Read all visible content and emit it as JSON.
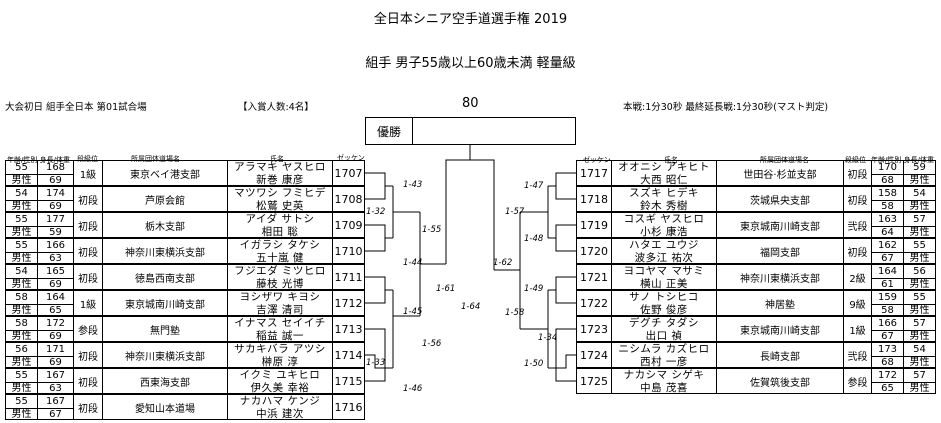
{
  "header": {
    "title": "全日本シニア空手道選手権  2019",
    "subtitle": "組手  男子55歳以上60歳未満  軽量級",
    "court_info": "大会初日  組手全日本  第01試合場",
    "prize_info": "【入賞人数:4名】",
    "match_no": "80",
    "time_info": "本戦:1分30秒  最終延長戦:1分30秒(マスト判定)",
    "winner_label": "優勝"
  },
  "columns": {
    "age_weight": "年齢/性別 身長/体重",
    "rank": "段級位",
    "org": "所属団体道場名",
    "name": "氏名",
    "zekken": "ゼッケン"
  },
  "left_players": [
    {
      "age": "55",
      "height": "168",
      "sex": "男性",
      "weight": "69",
      "rank": "1級",
      "org": "東京ベイ港支部",
      "kana": "アラマキ  ヤスヒロ",
      "kanji": "新巻  康彦",
      "zekken": "1707"
    },
    {
      "age": "54",
      "height": "174",
      "sex": "男性",
      "weight": "69",
      "rank": "初段",
      "org": "芦原会館",
      "kana": "マツワシ  フミヒデ",
      "kanji": "松鷲  史英",
      "zekken": "1708"
    },
    {
      "age": "55",
      "height": "177",
      "sex": "男性",
      "weight": "59",
      "rank": "初段",
      "org": "栃木支部",
      "kana": "アイダ  サトシ",
      "kanji": "相田  聡",
      "zekken": "1709"
    },
    {
      "age": "55",
      "height": "166",
      "sex": "男性",
      "weight": "63",
      "rank": "初段",
      "org": "神奈川東横浜支部",
      "kana": "イガラシ  タケシ",
      "kanji": "五十嵐  健",
      "zekken": "1710"
    },
    {
      "age": "54",
      "height": "165",
      "sex": "男性",
      "weight": "69",
      "rank": "初段",
      "org": "徳島西南支部",
      "kana": "フジエダ  ミツヒロ",
      "kanji": "藤枝  光博",
      "zekken": "1711"
    },
    {
      "age": "58",
      "height": "164",
      "sex": "男性",
      "weight": "65",
      "rank": "1級",
      "org": "東京城南川崎支部",
      "kana": "ヨシザワ  キヨシ",
      "kanji": "吉澤  清司",
      "zekken": "1712"
    },
    {
      "age": "58",
      "height": "172",
      "sex": "男性",
      "weight": "69",
      "rank": "参段",
      "org": "無門塾",
      "kana": "イナマス  セイイチ",
      "kanji": "稲益  誠一",
      "zekken": "1713"
    },
    {
      "age": "56",
      "height": "171",
      "sex": "男性",
      "weight": "69",
      "rank": "初段",
      "org": "神奈川東横浜支部",
      "kana": "サカキバラ  アツシ",
      "kanji": "榊原  淳",
      "zekken": "1714"
    },
    {
      "age": "55",
      "height": "167",
      "sex": "男性",
      "weight": "63",
      "rank": "初段",
      "org": "西東海支部",
      "kana": "イクミ  ユキヒロ",
      "kanji": "伊久美  幸裕",
      "zekken": "1715"
    },
    {
      "age": "55",
      "height": "167",
      "sex": "男性",
      "weight": "67",
      "rank": "初段",
      "org": "愛知山本道場",
      "kana": "ナカハマ  ケンジ",
      "kanji": "中浜  建次",
      "zekken": "1716"
    }
  ],
  "right_players": [
    {
      "zekken": "1717",
      "kana": "オオニシ  アキヒト",
      "kanji": "大西  昭仁",
      "org": "世田谷·杉並支部",
      "rank": "初段",
      "height": "170",
      "age": "59",
      "weight": "68",
      "sex": "男性"
    },
    {
      "zekken": "1718",
      "kana": "スズキ  ヒデキ",
      "kanji": "鈴木  秀樹",
      "org": "茨城県央支部",
      "rank": "初段",
      "height": "158",
      "age": "54",
      "weight": "58",
      "sex": "男性"
    },
    {
      "zekken": "1719",
      "kana": "コスギ  ヤスヒロ",
      "kanji": "小杉  康浩",
      "org": "東京城南川崎支部",
      "rank": "弐段",
      "height": "163",
      "age": "57",
      "weight": "64",
      "sex": "男性"
    },
    {
      "zekken": "1720",
      "kana": "ハタエ  ユウジ",
      "kanji": "波多江  祐次",
      "org": "福岡支部",
      "rank": "初段",
      "height": "162",
      "age": "55",
      "weight": "67",
      "sex": "男性"
    },
    {
      "zekken": "1721",
      "kana": "ヨコヤマ  マサミ",
      "kanji": "横山  正美",
      "org": "神奈川東横浜支部",
      "rank": "2級",
      "height": "164",
      "age": "56",
      "weight": "61",
      "sex": "男性"
    },
    {
      "zekken": "1722",
      "kana": "サノ  トシヒコ",
      "kanji": "佐野  俊彦",
      "org": "神居塾",
      "rank": "9級",
      "height": "159",
      "age": "55",
      "weight": "58",
      "sex": "男性"
    },
    {
      "zekken": "1723",
      "kana": "デグチ  タダシ",
      "kanji": "出口  禎",
      "org": "東京城南川崎支部",
      "rank": "1級",
      "height": "166",
      "age": "57",
      "weight": "67",
      "sex": "男性"
    },
    {
      "zekken": "1724",
      "kana": "ニシムラ  カズヒロ",
      "kanji": "西村  一彦",
      "org": "長崎支部",
      "rank": "弐段",
      "height": "173",
      "age": "54",
      "weight": "68",
      "sex": "男性"
    },
    {
      "zekken": "1725",
      "kana": "ナカシマ  シゲキ",
      "kanji": "中島  茂喜",
      "org": "佐賀筑後支部",
      "rank": "参段",
      "height": "172",
      "age": "57",
      "weight": "65",
      "sex": "男性"
    }
  ],
  "matches": {
    "m1": "1-32",
    "m2": "1-33",
    "m3": "1-34",
    "m4": "1-43",
    "m5": "1-44",
    "m6": "1-45",
    "m7": "1-46",
    "m8": "1-47",
    "m9": "1-48",
    "m10": "1-49",
    "m11": "1-50",
    "m12": "1-55",
    "m13": "1-56",
    "m14": "1-57",
    "m15": "1-58",
    "m16": "1-61",
    "m17": "1-62",
    "m18": "1-64"
  }
}
